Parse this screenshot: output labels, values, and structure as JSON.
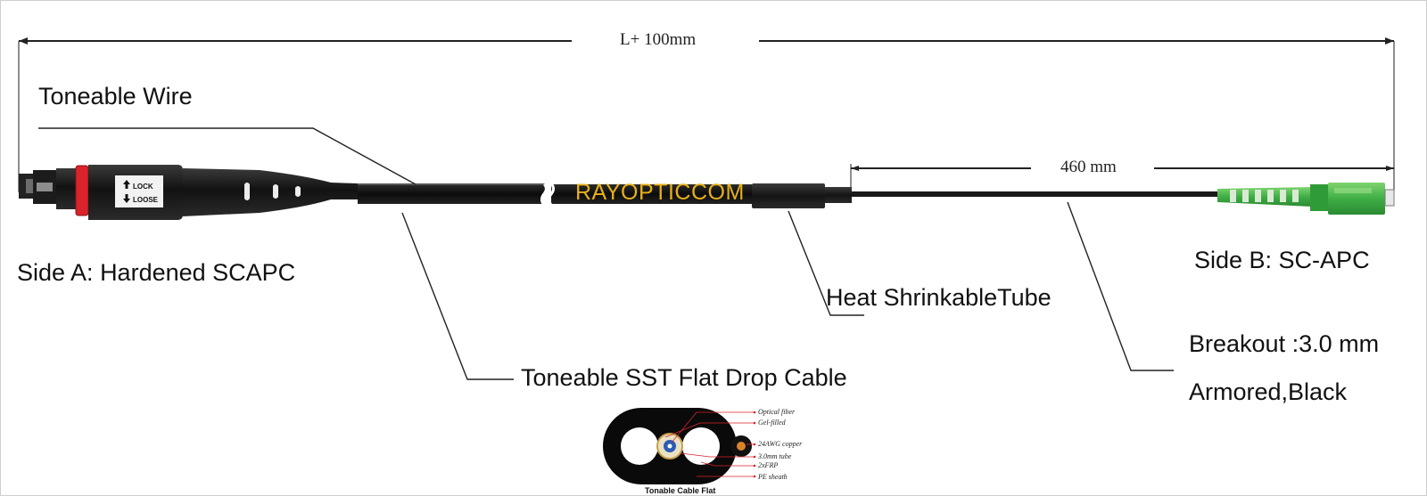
{
  "dimensions": {
    "total_length": "L+ 100mm",
    "breakout_length": "460 mm"
  },
  "labels": {
    "toneable_wire": "Toneable Wire",
    "side_a": "Side A: Hardened SCAPC",
    "side_b": "Side B: SC-APC",
    "drop_cable": "Toneable SST Flat Drop Cable",
    "heat_shrink": "Heat ShrinkableTube",
    "breakout": "Breakout :3.0 mm",
    "armored": "Armored,Black"
  },
  "watermark": "RAYOPTICCOM",
  "connector_text": {
    "lock": "LOCK",
    "loose": "LOOSE"
  },
  "cross_section": {
    "title": "Tonable Cable Flat",
    "callouts": [
      "Optical fiber",
      "Gel-filled",
      "24AWG copper",
      "3.0mm tube",
      "2xFRP",
      "PE sheath"
    ]
  },
  "colors": {
    "cable": "#1a1a1a",
    "sc_apc_connector": "#3fae45",
    "boot_green": "#59b84e",
    "lock_ring": "#d8242a",
    "watermark": "#e7b019"
  },
  "icons": [
    "arrow-up-icon",
    "arrow-down-icon"
  ]
}
